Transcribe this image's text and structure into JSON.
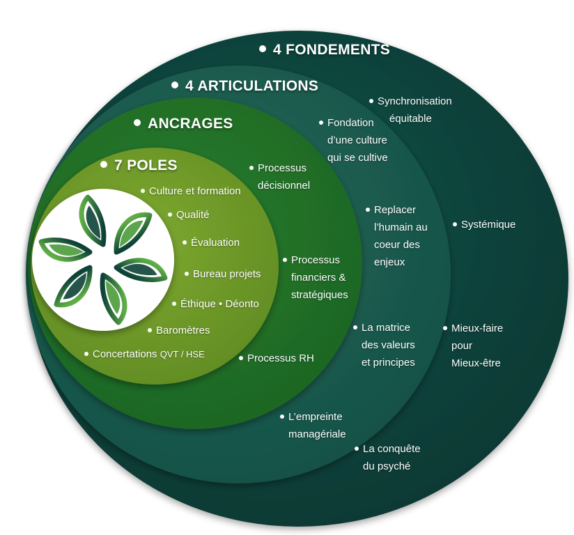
{
  "colors": {
    "fondements": "#0c3d35",
    "articulations": "#1a5c4f",
    "ancrages": "#1e6e26",
    "poles": "#6f9a27",
    "logo_bg": "#ffffff",
    "logo_dark": "#0d4137",
    "logo_green": "#4a9a3a"
  },
  "icons": {
    "logo": "leaf-rosette-logo-icon"
  },
  "fondements": {
    "title": "4 FONDEMENTS",
    "items": [
      {
        "lines": [
          "Synchronisation",
          "équitable"
        ]
      },
      {
        "lines": [
          "Systémique"
        ]
      },
      {
        "lines": [
          "Mieux-faire",
          "pour",
          "Mieux-être"
        ]
      }
    ]
  },
  "articulations": {
    "title": "4 ARTICULATIONS",
    "items": [
      {
        "lines": [
          "Fondation",
          "d’une culture",
          "qui se cultive"
        ]
      },
      {
        "lines": [
          "Replacer",
          "l’humain au",
          "coeur des",
          "enjeux"
        ]
      },
      {
        "lines": [
          "La matrice",
          "des valeurs",
          "et principes"
        ]
      },
      {
        "lines": [
          "L’empreinte",
          "managériale"
        ]
      },
      {
        "lines": [
          "La conquête",
          "du psyché"
        ]
      }
    ]
  },
  "ancrages": {
    "title": "ANCRAGES",
    "items": [
      {
        "lines": [
          "Processus",
          "décisionnel"
        ]
      },
      {
        "lines": [
          "Processus",
          "financiers &",
          "stratégiques"
        ]
      },
      {
        "lines": [
          "Processus RH"
        ]
      }
    ]
  },
  "poles": {
    "title": "7 POLES",
    "items": [
      {
        "text": "Culture et formation"
      },
      {
        "text": "Qualité"
      },
      {
        "text": "Évaluation"
      },
      {
        "text": "Bureau projets"
      },
      {
        "text": "Éthique • Déonto"
      },
      {
        "text": "Baromètres"
      },
      {
        "text": "Concertations",
        "small": "QVT / HSE"
      }
    ]
  }
}
